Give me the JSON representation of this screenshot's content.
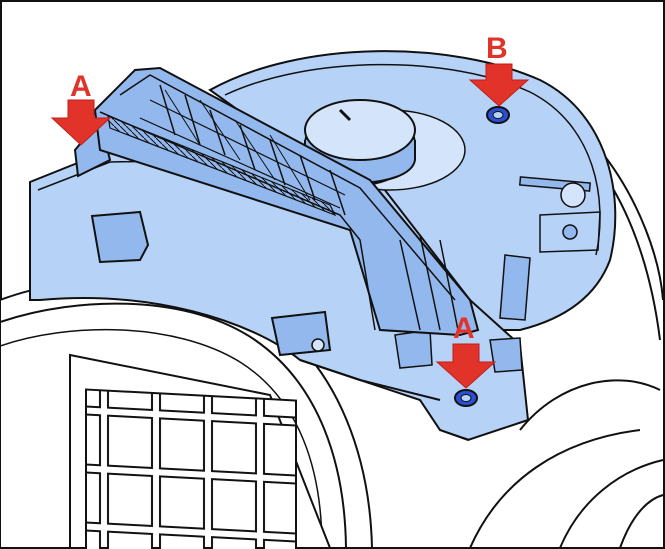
{
  "colors": {
    "part_fill": "#b7d2f7",
    "part_fill_dark": "#93b8ee",
    "part_fill_light": "#d3e4fb",
    "outline": "#111111",
    "arrow": "#e2332b",
    "screw": "#2a4fd6",
    "background": "#ffffff"
  },
  "callouts": [
    {
      "id": "a-left",
      "text": "A",
      "icon": "arrow-down-icon"
    },
    {
      "id": "b-top",
      "text": "B",
      "icon": "arrow-down-icon"
    },
    {
      "id": "a-bottom",
      "text": "A",
      "icon": "arrow-down-icon"
    }
  ]
}
